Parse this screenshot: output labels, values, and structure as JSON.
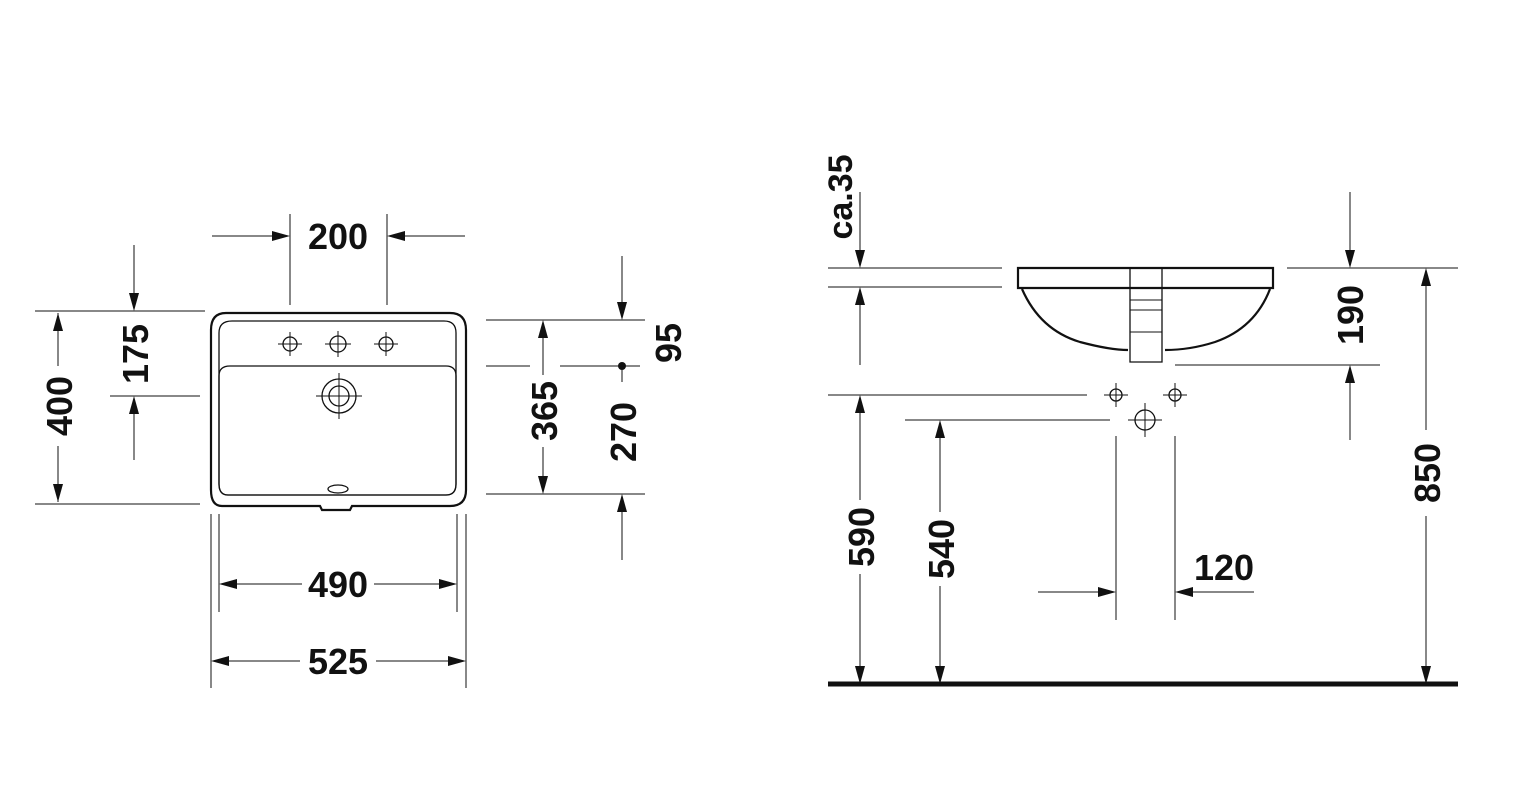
{
  "plan_view": {
    "tap_hole_spacing": "200",
    "depth_overall": "400",
    "tap_hole_offset": "175",
    "overflow_offset": "95",
    "depth_basin": "365",
    "drain_offset": "270",
    "width_basin": "490",
    "width_overall": "525"
  },
  "side_view": {
    "rim_thickness": "ca.35",
    "height_basin": "190",
    "height_supply": "590",
    "height_drain": "540",
    "supply_spacing": "120",
    "height_rim": "850"
  }
}
